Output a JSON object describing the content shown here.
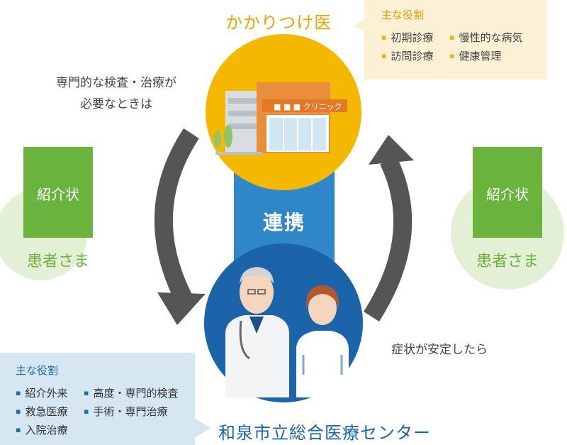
{
  "clinic": {
    "title": "かかりつけ医",
    "sign": "■ ■ ■ クリニック",
    "roles_title": "主な役割",
    "roles": [
      "初期診療",
      "慢性的な病気",
      "訪問診療",
      "健康管理"
    ]
  },
  "arrows": {
    "down_label_line1": "専門的な検査・治療が",
    "down_label_line2": "必要なときは",
    "up_label": "症状が安定したら"
  },
  "center": {
    "label": "連携"
  },
  "left_patient": {
    "letter": "紹介状",
    "label": "患者さま"
  },
  "right_patient": {
    "letter": "紹介状",
    "label": "患者さま"
  },
  "hospital": {
    "name": "和泉市立総合医療センター",
    "roles_title": "主な役割",
    "roles": [
      "紹介外来",
      "高度・専門的検査",
      "救急医療",
      "手術・専門治療",
      "入院治療"
    ]
  },
  "colors": {
    "clinic_yellow": "#f5b800",
    "hospital_blue": "#1c64aa",
    "link_blue": "#2f86c8",
    "patient_green_light": "#e3f0d6",
    "letter_green": "#6ab33c",
    "arrow_gray": "#555555"
  }
}
